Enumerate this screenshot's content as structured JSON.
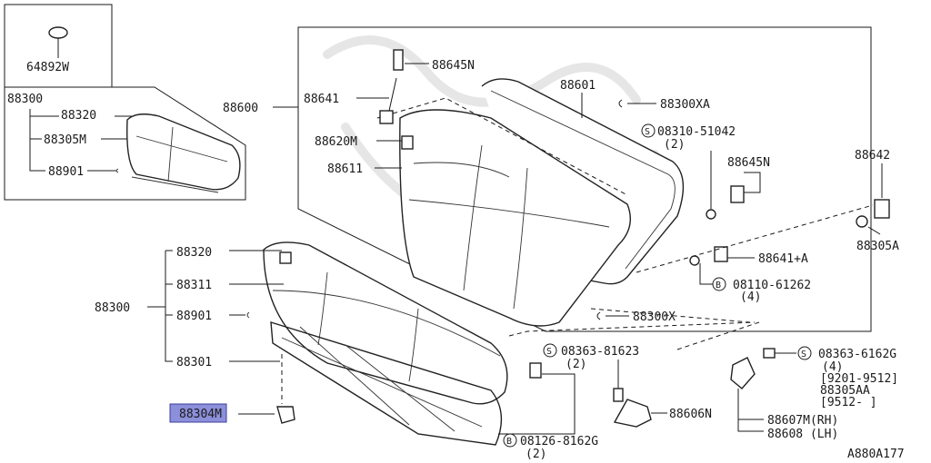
{
  "diagram_id": "A880A177",
  "highlighted_part": "88304M",
  "highlight_color": "#8c8fd9",
  "labels": {
    "p64892W": "64892W",
    "inset_88300": "88300",
    "inset_88320": "88320",
    "inset_88305M": "88305M",
    "inset_88901": "88901",
    "p88600": "88600",
    "p88641": "88641",
    "p88645N_top": "88645N",
    "p88601": "88601",
    "p88300XA": "88300XA",
    "p08310": "08310-51042",
    "p08310_qty": "(2)",
    "p88620M": "88620M",
    "p88611": "88611",
    "p88645N_right": "88645N",
    "p88642": "88642",
    "p88305A": "88305A",
    "p88641A": "88641+A",
    "p08110": "08110-61262",
    "p08110_qty": "(4)",
    "p88320": "88320",
    "p88311": "88311",
    "p88300": "88300",
    "p88901": "88901",
    "p88301": "88301",
    "p88300X": "88300X",
    "p08363_81623": "08363-81623",
    "p08363_81623_qty": "(2)",
    "p08363_6162G": "08363-6162G",
    "p08363_6162G_qty": "(4)",
    "range1": "[9201-9512]",
    "p88305AA": "88305AA",
    "range2": "[9512-    ]",
    "p88606N": "88606N",
    "p88607M": "88607M(RH)",
    "p88608": "88608 (LH)",
    "p08126": "08126-8162G",
    "p08126_qty": "(2)",
    "p88304M": "88304M",
    "s_prefix": "S",
    "b_prefix": "B"
  }
}
